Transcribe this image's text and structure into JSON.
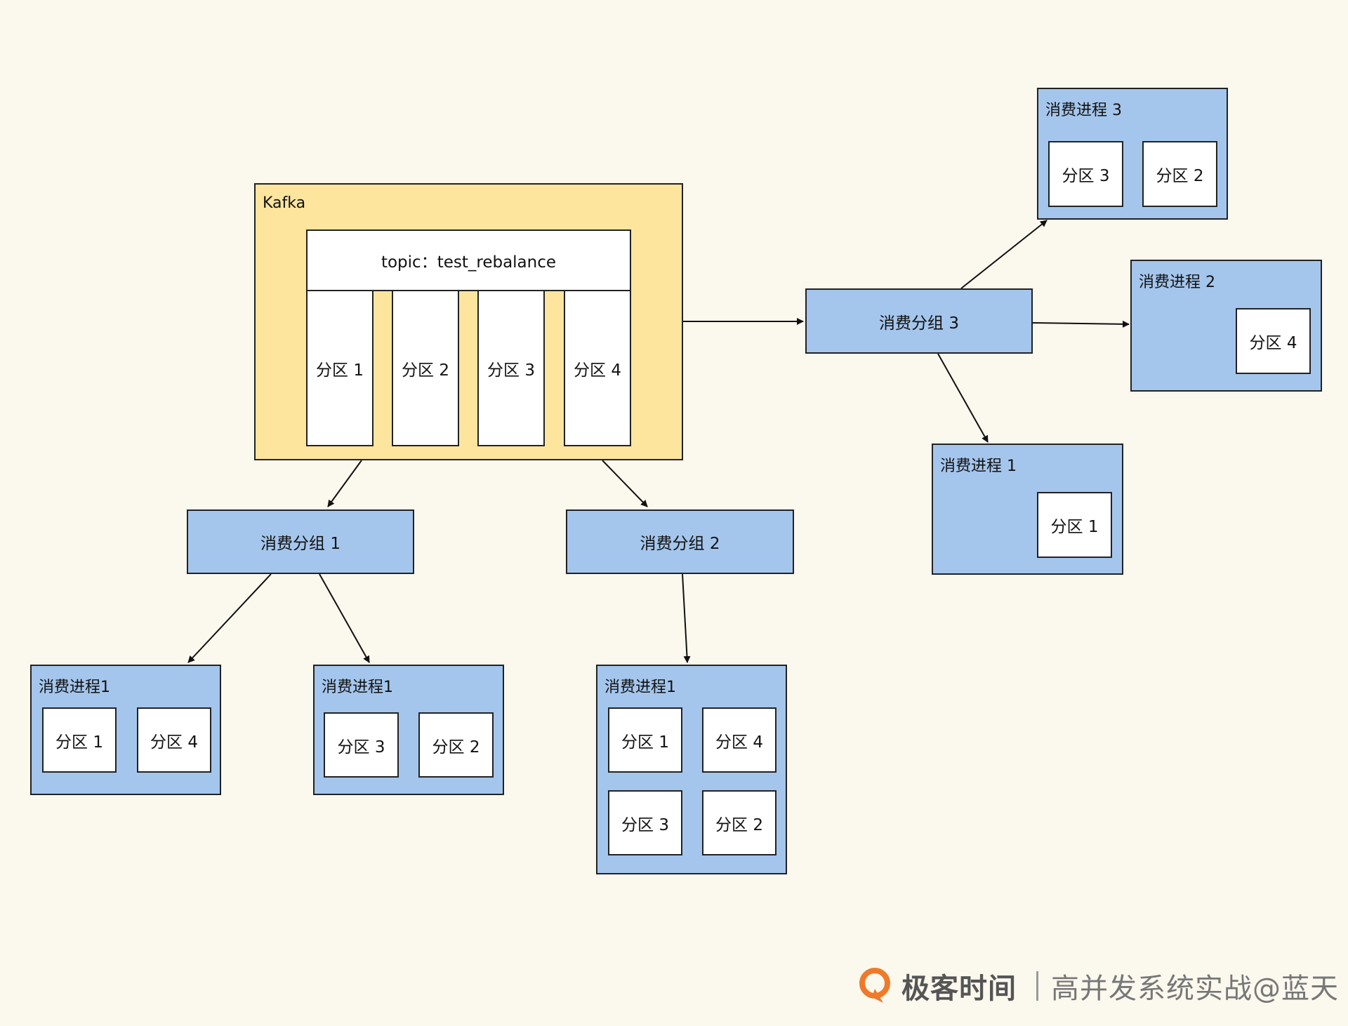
{
  "kafka": {
    "title": "Kafka",
    "topic": "topic：test_rebalance",
    "partitions": [
      "分区 1",
      "分区 2",
      "分区 3",
      "分区 4"
    ]
  },
  "groups": {
    "g1": "消费分组 1",
    "g2": "消费分组 2",
    "g3": "消费分组 3"
  },
  "processes": {
    "p1a": {
      "title": "消费进程1",
      "partitions": [
        "分区 1",
        "分区 4"
      ]
    },
    "p1b": {
      "title": "消费进程1",
      "partitions": [
        "分区 3",
        "分区 2"
      ]
    },
    "p2": {
      "title": "消费进程1",
      "partitions": [
        "分区 1",
        "分区 4",
        "分区 3",
        "分区 2"
      ]
    },
    "p3_3": {
      "title": "消费进程 3",
      "partitions": [
        "分区 3",
        "分区 2"
      ]
    },
    "p3_2": {
      "title": "消费进程 2",
      "partitions": [
        "分区 4"
      ]
    },
    "p3_1": {
      "title": "消费进程 1",
      "partitions": [
        "分区 1"
      ]
    }
  },
  "footer": {
    "brand": "极客时间",
    "course": "高并发系统实战@蓝天",
    "logo_icon": "geektime-logo-icon"
  },
  "colors": {
    "background": "#fbf8ee",
    "kafka": "#fde59e",
    "node": "#a5c6ec",
    "partition": "#ffffff",
    "logo": "#ee7a2a"
  }
}
